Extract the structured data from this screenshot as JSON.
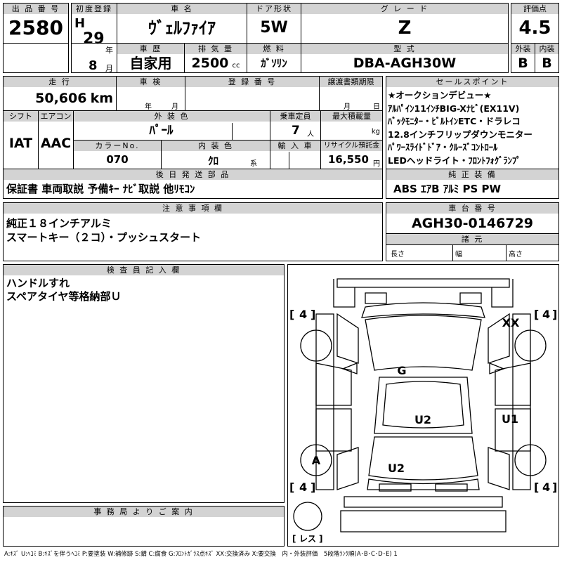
{
  "header_row": {
    "lot_no_label": "出 品 番 号",
    "lot_no": "2580",
    "first_reg_label": "初度登録",
    "era": "H",
    "year": "29",
    "year_unit": "年",
    "month": "8",
    "month_unit": "月",
    "car_name_label": "車 名",
    "car_name": "ｳﾞｪﾙﾌｧｲｱ",
    "history_label": "車 歴",
    "history": "自家用",
    "displacement_label": "排 気 量",
    "displacement": "2500",
    "displacement_unit": "cc",
    "door_label": "ドア形状",
    "door": "5W",
    "fuel_label": "燃 料",
    "fuel": "ｶﾞｿﾘﾝ",
    "grade_label": "グ レ ー ド",
    "grade": "Z",
    "model_label": "型 式",
    "model": "DBA-AGH30W",
    "score_label": "評価点",
    "score": "4.5",
    "exterior_label": "外装",
    "exterior": "B",
    "interior_label": "内装",
    "interior": "B"
  },
  "row2": {
    "mileage_label": "走 行",
    "mileage": "50,606",
    "mileage_unit": "km",
    "inspection_label": "車 検",
    "inspection_year_unit": "年",
    "inspection_month_unit": "月",
    "reg_no_label": "登 録 番 号",
    "transfer_label": "譲渡書類期限",
    "transfer_month_unit": "月",
    "transfer_day_unit": "日"
  },
  "row3": {
    "shift_label": "シフト",
    "shift": "IAT",
    "ac_label": "エアコン",
    "ac": "AAC",
    "color_label": "外 装 色",
    "color": "ﾊﾟｰﾙ",
    "seats_label": "乗車定員",
    "seats": "7",
    "seats_unit": "人",
    "load_label": "最大積載量",
    "load_unit": "kg",
    "color_no_label": "カラーNo.",
    "color_no": "070",
    "int_color_label": "内 装 色",
    "int_color": "ｸﾛ",
    "int_color_unit": "系",
    "import_label": "輸 入 車",
    "recycle_label": "リサイクル預託金",
    "recycle": "16,550",
    "recycle_unit": "円"
  },
  "sales_points": {
    "label": "セールスポイント",
    "lines": [
      "★オークションデビュー★",
      "ｱﾙﾊﾟｲﾝ11ｲﾝﾁBIG-Xﾅﾋﾞ(EX11V)",
      "ﾊﾞｯｸﾓﾆﾀｰ・ﾋﾞﾙﾄｲﾝETC・ドラレコ",
      "12.8インチフリップダウンモニター",
      "ﾊﾟﾜｰｽﾗｲﾄﾞﾄﾞｱ・ｸﾙｰｽﾞｺﾝﾄﾛｰﾙ",
      "LEDヘッドライト・ﾌﾛﾝﾄﾌｫｸﾞﾗﾝﾌﾟ"
    ]
  },
  "later_items": {
    "label": "後 日 発 送 部 品",
    "text": "保証書 車両取説 予備ｷｰ ﾅﾋﾞ取説 他ﾘﾓｺﾝ"
  },
  "standard_equipment": {
    "label": "純 正 装 備",
    "text": "ABS ｴｱB ｱﾙﾐ PS PW"
  },
  "notes": {
    "label": "注 意 事 項 欄",
    "lines": [
      "純正１８インチアルミ",
      "スマートキー（２コ）・プッシュスタート"
    ]
  },
  "chassis": {
    "label": "車 台 番 号",
    "number": "AGH30-0146729",
    "spec_label": "諸 元",
    "length_label": "長さ",
    "width_label": "幅",
    "height_label": "高さ"
  },
  "inspector": {
    "label": "検 査 員 記 入 欄",
    "lines": [
      "ハンドルすれ",
      "スペアタイヤ等格納部Ｕ"
    ]
  },
  "diagram": {
    "tire_fl": "4",
    "tire_fr": "4",
    "tire_rl": "4",
    "tire_rr": "4",
    "spare": "レス",
    "marks": {
      "xx": "XX",
      "g": "G",
      "u2_center": "U2",
      "u1": "U1",
      "a": "A",
      "u2_rear": "U2"
    }
  },
  "office": {
    "label": "事 務 局 よ り ご 案 内"
  },
  "legend": "A:ｷｽﾞ U:ﾍｺﾐ B:ｷｽﾞを伴うﾍｺﾐ P:要塗装 W:補修跡 S:錆 C:腐食 G:ﾌﾛﾝﾄｶﾞﾗｽ点ｷｽﾞ XX:交換済み X:要交換　内・外装評価　5段階ﾗﾝｸ順(A･B･C･D･E) 1"
}
